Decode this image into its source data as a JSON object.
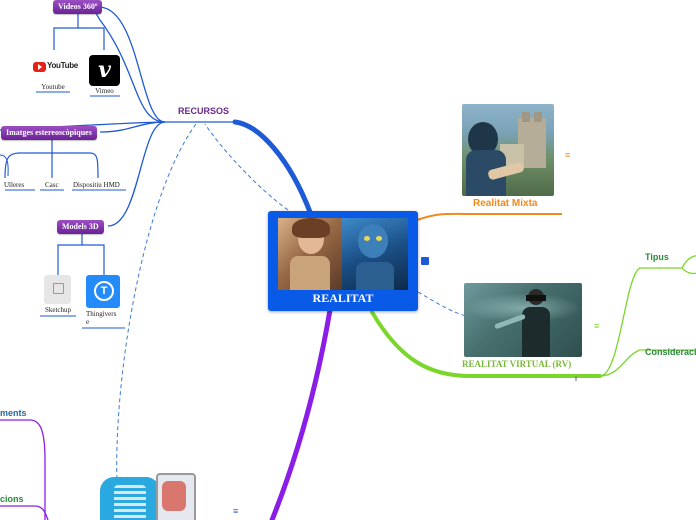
{
  "central": {
    "label": "REALITAT"
  },
  "recursos": {
    "label": "RECURSOS"
  },
  "videos360": {
    "label": "Videos 360º",
    "youtube_logo": "YouTube",
    "youtube": "Youtube",
    "vimeo": "Vimeo"
  },
  "imatges": {
    "label": "Imatges estereoscòpiques",
    "items": [
      "Ulleres",
      "Casc",
      "Dispositiu HMD"
    ]
  },
  "models3d": {
    "label": "Models 3D",
    "sketchup": "Sketchup",
    "thingiverse_line1": "Thingivers",
    "thingiverse_line2": "e"
  },
  "realitat_mixta": {
    "label": "Realitat Mixta"
  },
  "realitat_virtual": {
    "label": "REALITAT VIRTUAL (RV)",
    "tipus": "Tipus",
    "consideracions": "Consideraci"
  },
  "left_partial": {
    "top": "ments",
    "bottom": "cions"
  },
  "colors": {
    "blue": "#1f5ad6",
    "purple": "#8a1ee6",
    "orange": "#f0891e",
    "green": "#7ad62a",
    "recursos": "#6a2a8a"
  },
  "icons": {
    "note": "note-icon",
    "youtube": "youtube-icon",
    "vimeo": "vimeo-icon",
    "sketchup": "sketchup-icon",
    "thingiverse": "thingiverse-icon"
  }
}
